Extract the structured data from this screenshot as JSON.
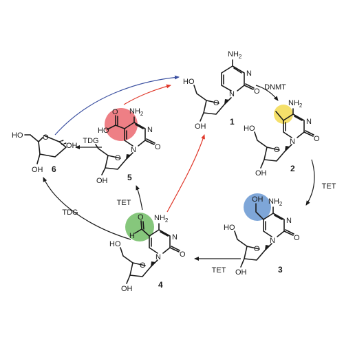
{
  "figure": {
    "compounds": [
      {
        "id": "1",
        "name": "cytidine-deoxy",
        "substituent": "",
        "highlight": ""
      },
      {
        "id": "2",
        "name": "5-methyl",
        "substituent": "",
        "highlight": "#f5e06a"
      },
      {
        "id": "3",
        "name": "5-hydroxymethyl",
        "substituent": "OH",
        "highlight": "#7ea6d8"
      },
      {
        "id": "4",
        "name": "5-formyl",
        "substituent": "O",
        "highlight": "#86c77c"
      },
      {
        "id": "5",
        "name": "5-carboxyl",
        "substituent": "OH",
        "highlight": "#ee7f85"
      },
      {
        "id": "6",
        "name": "abasic-sugar",
        "substituent": "",
        "highlight": ""
      }
    ],
    "atoms": {
      "nh2": "NH",
      "nh2_sub": "2",
      "n": "N",
      "o": "O",
      "oh": "OH",
      "ho": "HO",
      "h": "H"
    },
    "arrows": {
      "dnmt": "DNMT",
      "tet_2_3": "TET",
      "tet_3_4": "TET",
      "tet_4_5": "TET",
      "tdg_5_6": "TDG",
      "tdg_4_6": "TDG"
    },
    "colors": {
      "blue_arrow": "#3a4fa0",
      "red_arrow": "#e0392b",
      "black_arrow": "#1a1a1a"
    }
  }
}
